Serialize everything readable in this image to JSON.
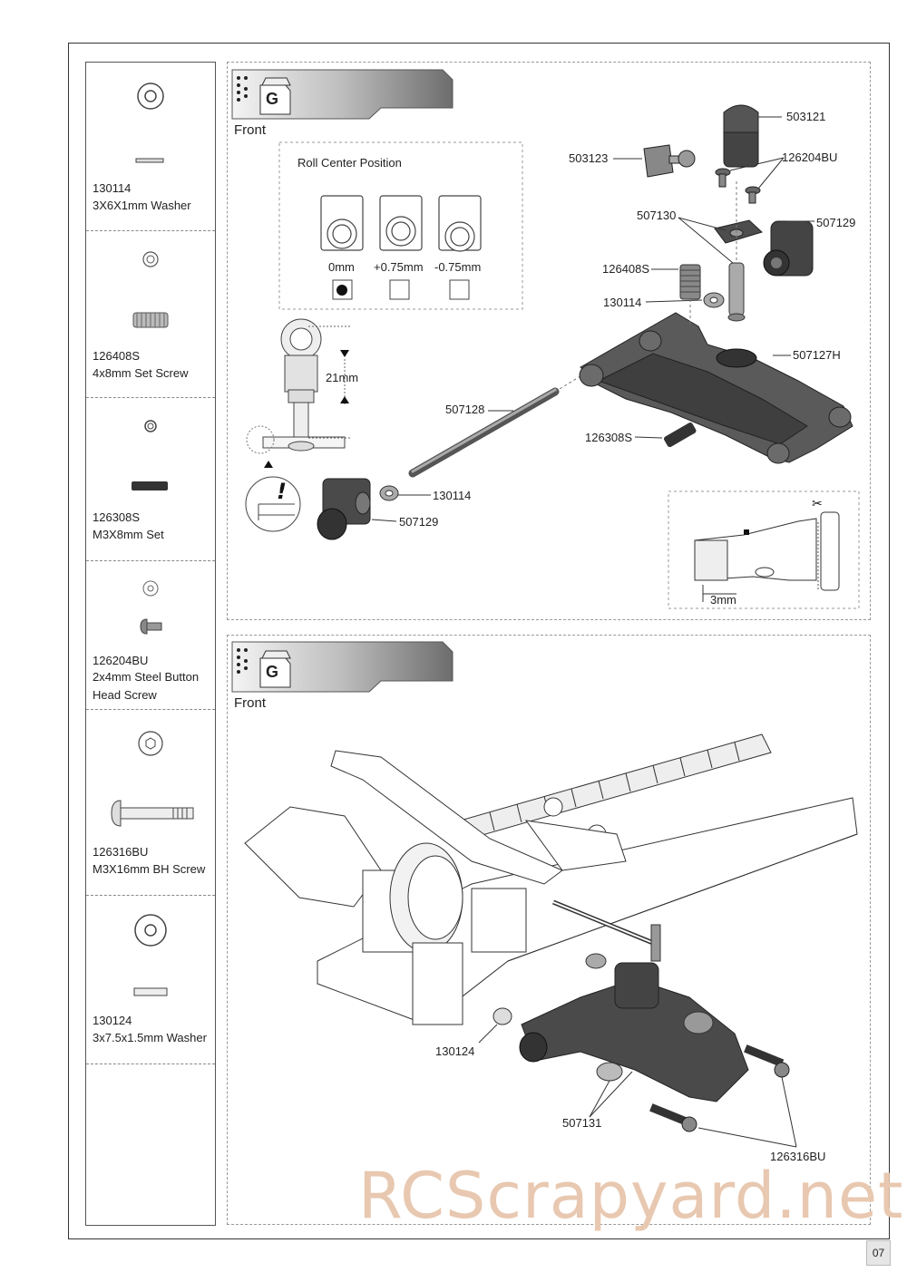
{
  "parts": [
    {
      "number": "130114",
      "name": "3X6X1mm Washer"
    },
    {
      "number": "126408S",
      "name": "4x8mm Set Screw"
    },
    {
      "number": "126308S",
      "name": "M3X8mm Set"
    },
    {
      "number": "126204BU",
      "name": "2x4mm Steel Button Head Screw"
    },
    {
      "number": "126316BU",
      "name": "M3X16mm BH Screw"
    },
    {
      "number": "130124",
      "name": "3x7.5x1.5mm Washer"
    }
  ],
  "step1": {
    "step_letter": "G",
    "front_label": "Front",
    "roll_center": {
      "title": "Roll Center Position",
      "options": [
        "0mm",
        "+0.75mm",
        "-0.75mm"
      ],
      "selected": "0mm"
    },
    "dimension_21": "21mm",
    "dimension_3": "3mm",
    "labels": {
      "l503121": "503121",
      "l503123": "503123",
      "l126204BU": "126204BU",
      "l507130": "507130",
      "l507129a": "507129",
      "l126408S": "126408S",
      "l130114a": "130114",
      "l507127H": "507127H",
      "l507128": "507128",
      "l126308S": "126308S",
      "l130114b": "130114",
      "l507129b": "507129"
    }
  },
  "step2": {
    "step_letter": "G",
    "front_label": "Front",
    "labels": {
      "l130124": "130124",
      "l507131": "507131",
      "l126316BU": "126316BU"
    }
  },
  "page_number": "07",
  "watermark": "RCScrapyard.net"
}
